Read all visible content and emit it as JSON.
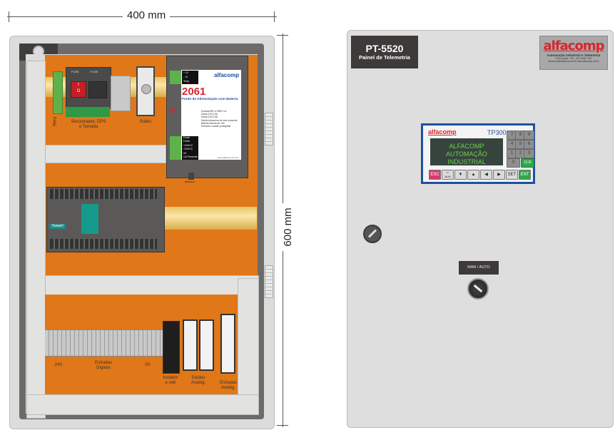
{
  "dimensions": {
    "width_label": "400 mm",
    "height_label": "600 mm"
  },
  "left_panel": {
    "components": {
      "ground_bar": "Terra",
      "disconnect": "Seccionador, DPS\ne Tomada",
      "fuse_labels": [
        "FUSE",
        "FUSE"
      ],
      "switch_states": [
        "I",
        "O"
      ],
      "radio": "Rádio",
      "power_supply": {
        "model": "2061",
        "title": "Fonte de Alimentação com Bateria",
        "brand": "alfacomp",
        "specs": [
          "Entrada 85V a 265V CA",
          "Saída 12V/1,5A",
          "Saída 24V/1,5A",
          "Saída indicadora de rede presente",
          "Bateria interna de 7Ah",
          "Entrada e saídas protegidas"
        ],
        "top_terminals": [
          "+ 12",
          "- 12",
          "Terra"
        ],
        "bottom_terminals": [
          "Fonte",
          "Fonte",
          "+24VCC",
          "+24VCC",
          "0V",
          "CA Presente"
        ],
        "website": "www.alfacomp.com.br",
        "fuse_label": "RESERVA"
      },
      "plc_brand": "Haiwell",
      "terminal_24v": "24V",
      "digital_inputs": "Entradas\nDigitais",
      "terminal_0v": "0V",
      "relay_isolator": "Isolador\ne relé",
      "analog_outputs": "Saídas\nAnalóg.",
      "analog_inputs": "Entradas\nAnalóg."
    }
  },
  "right_panel": {
    "nameplate": {
      "model": "PT-5520",
      "subtitle": "Painel de Telemetria"
    },
    "logo_plate": {
      "brand": "alfacomp",
      "tagline": "Automação Industrial e Telemetria",
      "address": "Porto Alegre - RS - (51) 3026-7151",
      "contact": "alfacomp@alfacomp.net.br   www.alfacomp.net.br"
    },
    "hmi": {
      "brand": "alfacomp",
      "model": "TP300",
      "screen_line1": "ALFACOMP",
      "screen_line2": "AUTOMAÇÃO INDUSTRIAL",
      "keys": [
        "ESC",
        "+/-\nALM",
        "▼",
        "▲",
        "◀",
        "▶",
        "SET",
        "ENT"
      ],
      "numpad": [
        "7",
        "8",
        "9",
        "4",
        "5",
        "6",
        "1",
        "2",
        "3",
        "0",
        "CLR"
      ]
    },
    "selector": {
      "label": "MAN / AUTO"
    },
    "colors": {
      "brand_red": "#d8262b",
      "hmi_border": "#1f4fa3",
      "screen_text": "#6fd14a",
      "plate_orange": "#e07718",
      "esc_key": "#d43c6b",
      "ent_key": "#2fa84b"
    }
  }
}
